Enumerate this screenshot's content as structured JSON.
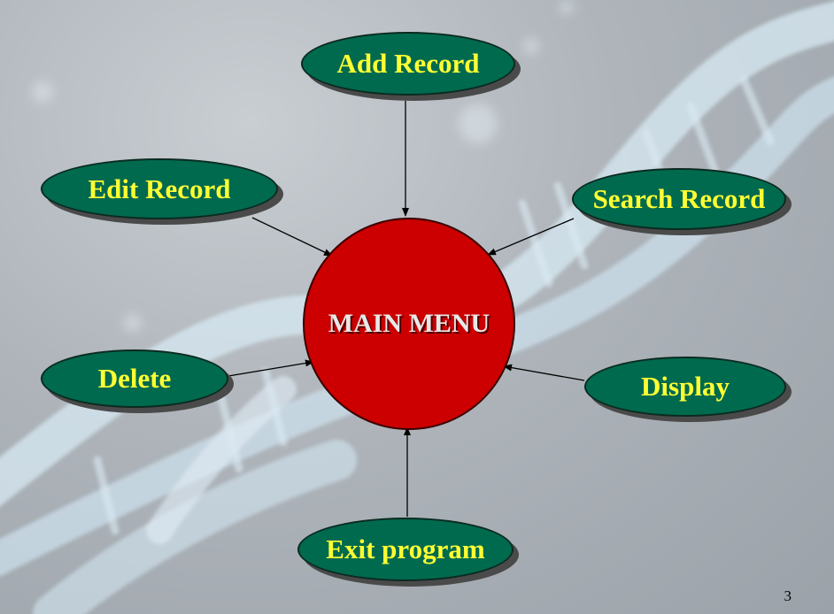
{
  "center": {
    "label": "MAIN MENU",
    "color": "#cc0000"
  },
  "nodes": {
    "add_record": "Add Record",
    "edit_record": "Edit Record",
    "search_record": "Search Record",
    "delete": "Delete",
    "display": "Display",
    "exit_program": "Exit program"
  },
  "node_color": "#006a4e",
  "label_color": "#ffff33",
  "page_number": "3"
}
